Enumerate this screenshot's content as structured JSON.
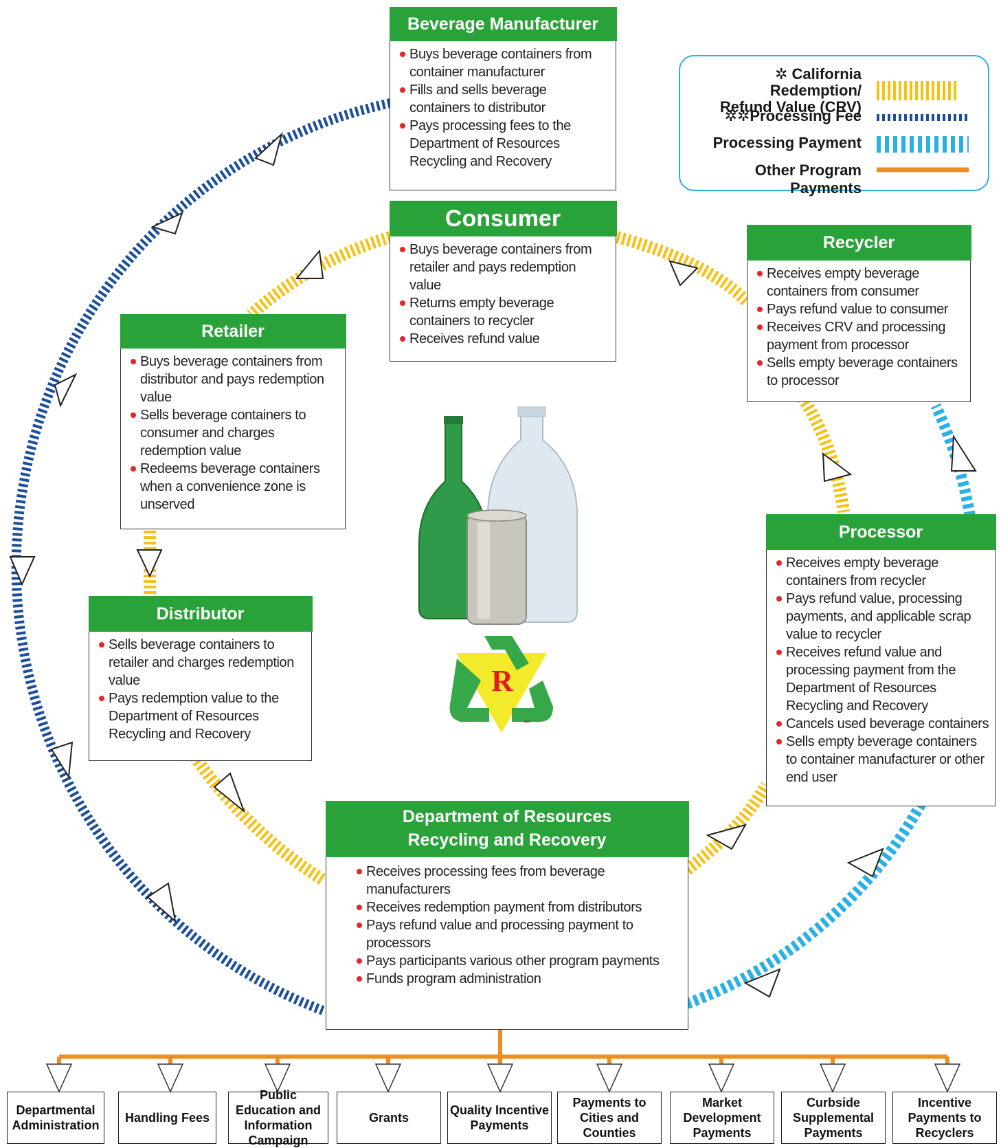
{
  "colors": {
    "crv": "#f6c117",
    "processing_fee": "#1b4e9b",
    "processing_payment": "#2ab0e4",
    "other_program_payments": "#ef8d22",
    "header_green": "#2aa23a",
    "bullet_red": "#e5262a"
  },
  "legend": {
    "crv_line1": "California Redemption/",
    "crv_line2": "Refund Value (CRV)",
    "processing_fee": "Processing Fee",
    "processing_payment": "Processing Payment",
    "other_program_payments": "Other Program Payments",
    "crv_marker": "✲",
    "fee_marker": "✲✲"
  },
  "entities": {
    "beverage_manufacturer": {
      "title": "Beverage Manufacturer",
      "items": [
        "Buys beverage containers from container manufacturer",
        "Fills and sells beverage containers to distributor",
        "Pays processing fees to the Department of Resources Recycling and Recovery"
      ]
    },
    "consumer": {
      "title": "Consumer",
      "items": [
        "Buys beverage containers from retailer and pays redemption value",
        "Returns empty beverage containers to recycler",
        "Receives refund value"
      ]
    },
    "recycler": {
      "title": "Recycler",
      "items": [
        "Receives empty beverage containers from consumer",
        "Pays refund value to consumer",
        "Receives CRV and processing payment from processor",
        "Sells empty beverage containers to processor"
      ]
    },
    "retailer": {
      "title": "Retailer",
      "items": [
        "Buys beverage containers from distributor and pays redemption value",
        "Sells beverage containers to consumer and charges redemption value",
        "Redeems beverage containers when a convenience zone is unserved"
      ]
    },
    "distributor": {
      "title": "Distributor",
      "items": [
        "Sells beverage containers to retailer and charges redemption value",
        "Pays redemption value to the Department of Resources Recycling and Recovery"
      ]
    },
    "processor": {
      "title": "Processor",
      "items": [
        "Receives empty beverage containers from recycler",
        "Pays refund value, processing payments, and applicable scrap value to recycler",
        "Receives refund value and processing payment from the Department of Resources Recycling and Recovery",
        "Cancels used beverage containers",
        "Sells empty beverage containers to container manufacturer or other end user"
      ]
    },
    "department": {
      "title_line1": "Department of Resources",
      "title_line2": "Recycling and Recovery",
      "items": [
        "Receives processing fees from beverage manufacturers",
        "Receives redemption payment from distributors",
        "Pays refund value and processing payment to processors",
        "Pays participants various other program payments",
        "Funds program administration"
      ]
    }
  },
  "logo_letter": "R",
  "logo_mark": "SM",
  "payments": [
    "Departmental Administration",
    "Handling Fees",
    "Public Education and Information Campaign",
    "Grants",
    "Quality Incentive Payments",
    "Payments to Cities and Counties",
    "Market Development Payments",
    "Curbside Supplemental Payments",
    "Incentive Payments to Recyclers"
  ]
}
